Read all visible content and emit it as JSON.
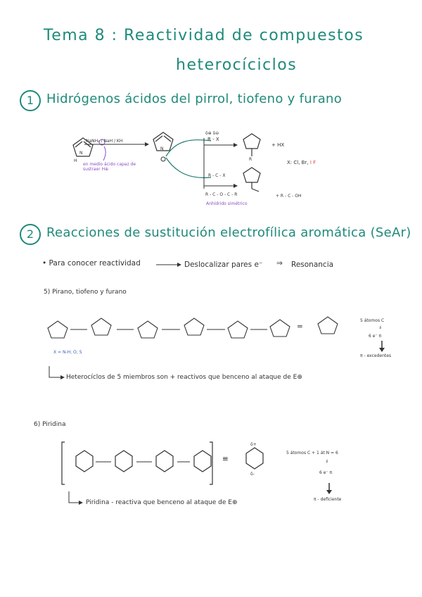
{
  "title": {
    "line1": "Tema 8 : Reactividad de compuestos",
    "line2": "heterocíciclos"
  },
  "section1": {
    "number": "1",
    "heading": "Hidrógenos ácidos del pirrol, tiofeno y furano",
    "reagents": "NaNH₂ / NaH / KH",
    "note": "en medio ácido capaz de sustraer H⊕",
    "rx_top": "R - X",
    "rx_top_labels": "δ⊕  δ⊖",
    "plus_hx": "+ HX",
    "x_list_prefix": "X: Cl, Br,",
    "x_list_i": "I",
    "x_list_f": "F",
    "anhydride": "R - C - O - C - R",
    "anhydride_top": "R - C - X",
    "anhydride_label": "Anhídrido simétrico",
    "acid": "+ R - C - OH",
    "N": "N",
    "H": "H",
    "R": "R"
  },
  "section2": {
    "number": "2",
    "heading": "Reacciones de sustitución electrofílica aromática (SeAr)",
    "bullet": "Para conocer reactividad",
    "arrow_text": "Deslocalizar pares e⁻",
    "implies": "⇒",
    "resonance": "Resonancia",
    "sub5": "5) Pirano, tiofeno y furano",
    "x_note": "X = N-H; O; S",
    "five_atoms": "5 átomos C",
    "down1": "⇓",
    "six_e": "6 e⁻ π",
    "down2": "↓",
    "excedentes": "π - excedentes",
    "conclusion5": "Heterocíclos de 5 miembros son + reactivos que benceno al ataque de E⊕",
    "sub6": "6) Piridina",
    "pyr_atoms": "5 átomos C + 1 át N = 6",
    "pyr_six_e": "6 e⁻ π",
    "deficiente": "π - deficiente",
    "conclusion6": "Piridina - reactiva que benceno al ataque de E⊕",
    "delta_plus": "δ+",
    "delta_minus": "δ-",
    "equiv": "≡",
    "eq": "="
  }
}
